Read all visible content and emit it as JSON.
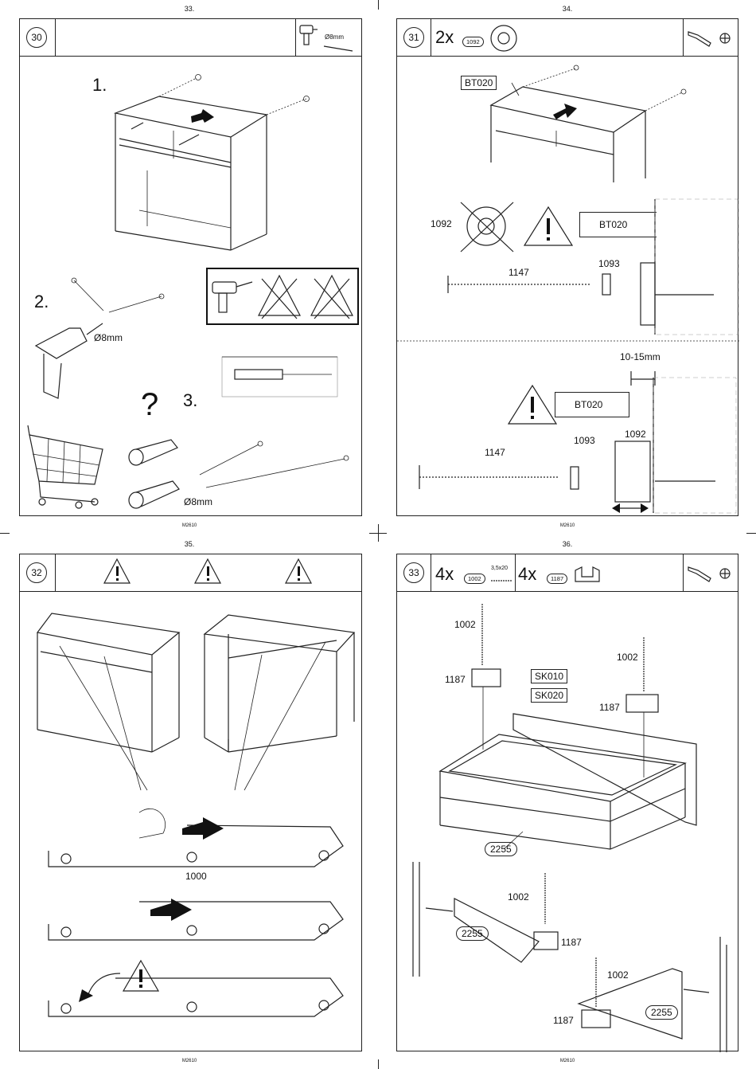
{
  "pages": {
    "p33": {
      "number": "33.",
      "code": "M2610",
      "step": "30",
      "labels": {
        "s1": "1.",
        "s2": "2.",
        "s3": "3.",
        "d1": "Ø8mm",
        "d2": "Ø8mm",
        "d3": "Ø8mm",
        "q": "?"
      }
    },
    "p34": {
      "number": "34.",
      "code": "M2610",
      "step": "31",
      "header": {
        "qty": "2x",
        "part": "1092"
      },
      "labels": {
        "bt_top": "BT020",
        "bt_a": "BT020",
        "bt_b": "BT020",
        "p1092a": "1092",
        "p1092b": "1092",
        "p1147a": "1147",
        "p1147b": "1147",
        "p1093a": "1093",
        "p1093b": "1093",
        "gap": "10-15mm"
      }
    },
    "p35": {
      "number": "35.",
      "code": "M2610",
      "step": "32",
      "labels": {
        "p1000": "1000"
      }
    },
    "p36": {
      "number": "36.",
      "code": "M2610",
      "step": "33",
      "header": {
        "qty1": "4x",
        "part1": "1002",
        "screw": "3,5x20",
        "qty2": "4x",
        "part2": "1187"
      },
      "labels": {
        "a1002": "1002",
        "b1002": "1002",
        "c1002": "1002",
        "d1002": "1002",
        "a1187": "1187",
        "b1187": "1187",
        "c1187": "1187",
        "d1187": "1187",
        "sk010": "SK010",
        "sk020": "SK020",
        "a2255": "2255",
        "b2255": "2255",
        "c2255": "2255"
      }
    }
  },
  "icons": [
    "drill-icon",
    "drill-bit-icon",
    "screwdriver-icon",
    "phillips-icon",
    "warning-icon",
    "shopping-cart-icon",
    "wall-plug-icon",
    "cam-lock-icon",
    "screw-icon",
    "bracket-icon"
  ]
}
